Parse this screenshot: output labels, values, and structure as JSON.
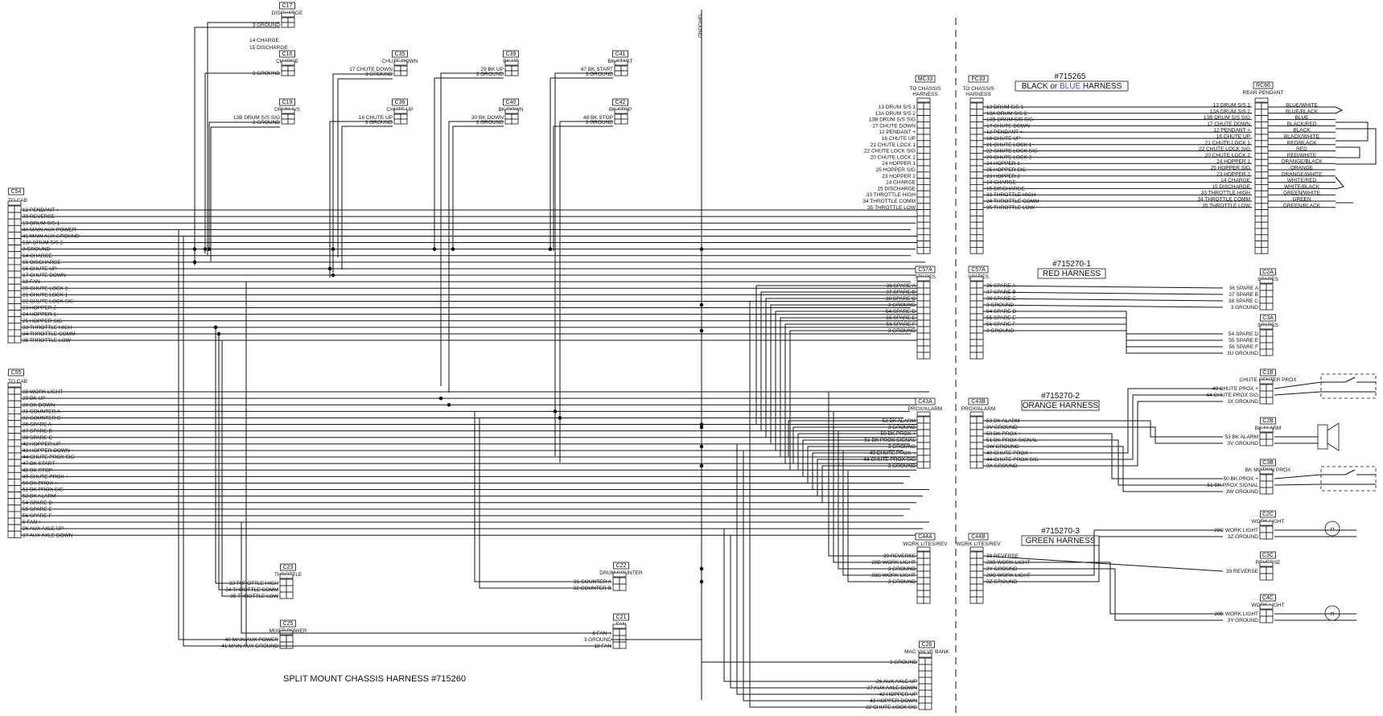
{
  "title": "SPLIT MOUNT CHASSIS HARNESS #715260",
  "ground_label": "GROUND",
  "harness_labels": {
    "black": {
      "prefix": "#715265",
      "text_a": "BLACK or ",
      "text_b": "BLUE",
      "text_c": " HARNESS",
      "color_b": "#4a4acc"
    },
    "red": {
      "prefix": "#715270-1",
      "text": "RED HARNESS",
      "color": "#d11"
    },
    "orange": {
      "prefix": "#715270-2",
      "text": "ORANGE HARNESS",
      "color": "#e8791a"
    },
    "green": {
      "prefix": "#715270-3",
      "text": "GREEN HARNESS",
      "color": "#2db84a"
    }
  },
  "c54": {
    "id": "C54",
    "name": "TO CAB",
    "wires": [
      "12 PENDANT +",
      "39 REVERSE",
      "13 DRUM S/S 1",
      "40 MAIN AUX POWER",
      "41 MAIN AUX GROUND",
      "13A DRUM S/S 2",
      "3 GROUND",
      "14 CHARGE",
      "15 DISCHARGE",
      "16 CHUTE UP",
      "17 CHUTE DOWN",
      "18 FAN",
      "20 CHUTE LOCK 2",
      "21 CHUTE LOCK 1",
      "22 CHUTE LOCK SIG",
      "23 HOPPER 2",
      "24 HOPPER 1",
      "25 HOPPER SIG",
      "33 THROTTLE HIGH",
      "34 THROTTLE COMM",
      "35 THROTTLE LOW"
    ]
  },
  "c55": {
    "id": "C55",
    "name": "TO CAB",
    "wires": [
      "28 WORK LIGHT",
      "29 BK UP",
      "30 BK DOWN",
      "31 COUNTER A",
      "32 COUNTER B",
      "36 SPARE A",
      "37 SPARE B",
      "38 SPARE C",
      "42 HOPPER UP",
      "43 HOPPER DOWN",
      "44 CHUTE PROX SIG",
      "47 BK START",
      "48 BK STOP",
      "49 CHUTE PROX +",
      "50 BK PROX +",
      "51 BK PROX SIG",
      "53 BK ALARM",
      "54 SPARE D",
      "55 SPARE E",
      "56 SPARE F",
      "6 FAN +",
      "26 AUX AXLE UP",
      "27 AUX AXLE DOWN"
    ]
  },
  "top_connectors": [
    {
      "id": "C17",
      "name": "DISCHARGE",
      "wires": [
        "3 GROUND"
      ],
      "note": ""
    },
    {
      "id": "C16",
      "name": "CHARGE",
      "wires": [
        "3 GROUND"
      ],
      "note": "14 CHARGE"
    },
    {
      "id": "C19",
      "name": "DRUM S/S",
      "wires": [
        "13B DRUM S/S SIG",
        "3 GROUND"
      ],
      "note": ""
    },
    {
      "id": "C35",
      "name": "CHUTE DOWN",
      "wires": [
        "17 CHUTE DOWN",
        "3 GROUND"
      ],
      "note": ""
    },
    {
      "id": "C36",
      "name": "CHUTE UP",
      "wires": [
        "16 CHUTE UP",
        "3 GROUND"
      ],
      "note": ""
    },
    {
      "id": "C39",
      "name": "BK UP",
      "wires": [
        "29 BK UP",
        "3 GROUND"
      ],
      "note": ""
    },
    {
      "id": "C40",
      "name": "BK DOWN",
      "wires": [
        "30 BK DOWN",
        "3 GROUND"
      ],
      "note": ""
    },
    {
      "id": "C41",
      "name": "BK START",
      "wires": [
        "47 BK START",
        "3 GROUND"
      ],
      "note": ""
    },
    {
      "id": "C42",
      "name": "BK STOP",
      "wires": [
        "48 BK STOP",
        "3 GROUND"
      ],
      "note": ""
    }
  ],
  "discharge_note": "15 DISCHARGE",
  "mc33": {
    "id": "MC33",
    "name": "TO CHASSIS HARNESS",
    "wires": [
      "13 DRUM S/S 1",
      "13A DRUM S/S 2",
      "13B DRUM S/S SIG",
      "17 CHUTE DOWN",
      "12 PENDANT +",
      "16 CHUTE UP",
      "21 CHUTE LOCK 1",
      "22 CHUTE LOCK SIG",
      "20 CHUTE LOCK 2",
      "24 HOPPER 1",
      "25 HOPPER SIG",
      "23 HOPPER 2",
      "14 CHARGE",
      "15 DISCHARGE",
      "33 THROTTLE HIGH",
      "34 THROTTLE COMM",
      "35 THROTTLE LOW"
    ]
  },
  "fc33": {
    "id": "FC33",
    "name": "TO CHASSIS HARNESS"
  },
  "rc66": {
    "id": "RC66",
    "name": "REAR PENDANT",
    "colors": [
      "BLUE/WHITE",
      "BLUE/BLACK",
      "BLUE",
      "BLACK/RED",
      "BLACK",
      "BLACK/WHITE",
      "RED/BLACK",
      "RED",
      "RED/WHITE",
      "ORANGE/BLACK",
      "ORANGE",
      "ORANGE/WHITE",
      "WHITE/RED",
      "WHITE/BLACK",
      "GREEN/WHITE",
      "GREEN",
      "GREEN/BLACK"
    ]
  },
  "c57a": {
    "id": "C57A",
    "name": "SPARES",
    "wires": [
      "36 SPARE A",
      "37 SPARE B",
      "38 SPARE C",
      "3 GROUND",
      "54 SPARE D",
      "55 SPARE E",
      "56 SPARE F",
      "3 GROUND"
    ]
  },
  "c2a": {
    "id": "C2A",
    "name": "SPARES",
    "wires": [
      "36 SPARE A",
      "37 SPARE B",
      "38 SPARE C",
      "3 GROUND"
    ]
  },
  "c3a": {
    "id": "C3A",
    "name": "SPARES",
    "wires": [
      "54 SPARE D",
      "55 SPARE E",
      "56 SPARE F",
      "3U GROUND"
    ]
  },
  "c43a": {
    "id": "C43A",
    "name": "PROX/ALARM",
    "wires": [
      "53 BK ALARM",
      "3 GROUND",
      "50 BK PROX +",
      "51 BK PROX SIGNAL",
      "3 GROUND",
      "49 CHUTE PROX +",
      "44 CHUTE PROX SIG",
      "3 GROUND"
    ]
  },
  "c43b": {
    "id": "C43B",
    "name": "PROX/ALARM",
    "wires": [
      "53 BK ALARM",
      "3V GROUND",
      "50 BK PROX +",
      "51 BK PROX SIGNAL",
      "3W GROUND",
      "49 CHUTE PROX +",
      "44 CHUTE PROX SIG",
      "3X GROUND"
    ]
  },
  "c1b": {
    "id": "C1B",
    "name": "CHUTE CENTER PROX",
    "wires": [
      "49 CHUTE PROX +",
      "44 CHUTE PROX SIG",
      "3X GROUND"
    ]
  },
  "c2b": {
    "id": "C2B",
    "name": "BK ALARM",
    "wires": [
      "53 BK ALARM",
      "3V GROUND"
    ]
  },
  "c3b": {
    "id": "C3B",
    "name": "BK MOTION PROX",
    "wires": [
      "50 BK PROX +",
      "51 BK PROX SIGNAL",
      "3W GROUND"
    ]
  },
  "c44a": {
    "id": "C44A",
    "name": "WORK LITES/REV",
    "wires": [
      "39 REVERSE",
      "28B WORK LIGHT",
      "3 GROUND",
      "28C WORK LIGHT",
      "3 GROUND"
    ]
  },
  "c44b": {
    "id": "C44B",
    "name": "WORK LITES/REV",
    "wires": [
      "39 REVERSE",
      "28B WORK LIGHT",
      "3Y GROUND",
      "28C WORK LIGHT",
      "3Z GROUND"
    ]
  },
  "c2c": {
    "id": "C2C",
    "name": "WORK LIGHT",
    "wires": [
      "28C WORK LIGHT",
      "3Z GROUND"
    ]
  },
  "c3c": {
    "id": "C3C",
    "name": "REVERSE",
    "wires": [
      "39 REVERSE"
    ]
  },
  "c4c": {
    "id": "C4C",
    "name": "WORK LIGHT",
    "wires": [
      "28B WORK LIGHT",
      "3Y GROUND"
    ]
  },
  "c23": {
    "id": "C23",
    "name": "THROTTLE",
    "wires": [
      "33 THROTTLE HIGH",
      "34 THROTTLE COMM",
      "35 THROTTLE LOW"
    ]
  },
  "c22": {
    "id": "C22",
    "name": "DRUM COUNTER",
    "wires": [
      "31 COUNTER A",
      "32 COUNTER B"
    ]
  },
  "c21": {
    "id": "C21",
    "name": "FAN",
    "wires": [
      "6 FAN +",
      "3 GROUND",
      "18 FAN"
    ]
  },
  "c25": {
    "id": "C25",
    "name": "MIXER POWER",
    "wires": [
      "40 MAIN AUX POWER",
      "41 MAIN AUX GROUND"
    ]
  },
  "c26": {
    "id": "C26",
    "name": "MAC VALVE BANK",
    "wires": [
      "3 GROUND",
      "26 AUX AXLE UP",
      "27 AUX AXLE DOWN",
      "42 HOPPER UP",
      "43 HOPPER DOWN",
      "22 CHUTE LOCK SIG"
    ]
  },
  "colors": {
    "ink": "#111111",
    "paper": "#ffffff"
  }
}
